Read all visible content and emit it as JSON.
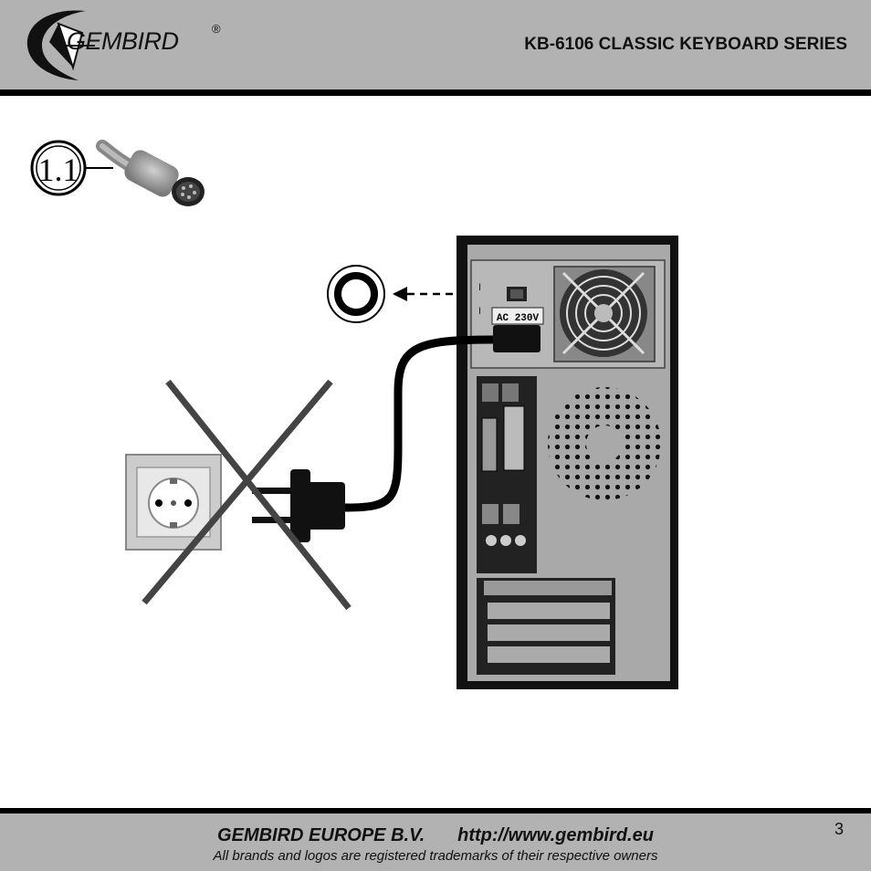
{
  "header": {
    "brand": "GEMBIRD",
    "registered_mark": "®",
    "series_title": "KB-6106 CLASSIC KEYBOARD SERIES"
  },
  "figure": {
    "step_label": "1.1",
    "voltage_label": "AC 230V",
    "switch_marks": [
      "I",
      "I"
    ]
  },
  "footer": {
    "company": "GEMBIRD EUROPE B.V.",
    "url": "http://www.gembird.eu",
    "trademark_note": "All brands and logos are registered trademarks of their respective owners",
    "page_number": "3"
  },
  "colors": {
    "header_bg": "#b2b2b2",
    "rule": "#000000",
    "case_body": "#a9a9a9"
  }
}
